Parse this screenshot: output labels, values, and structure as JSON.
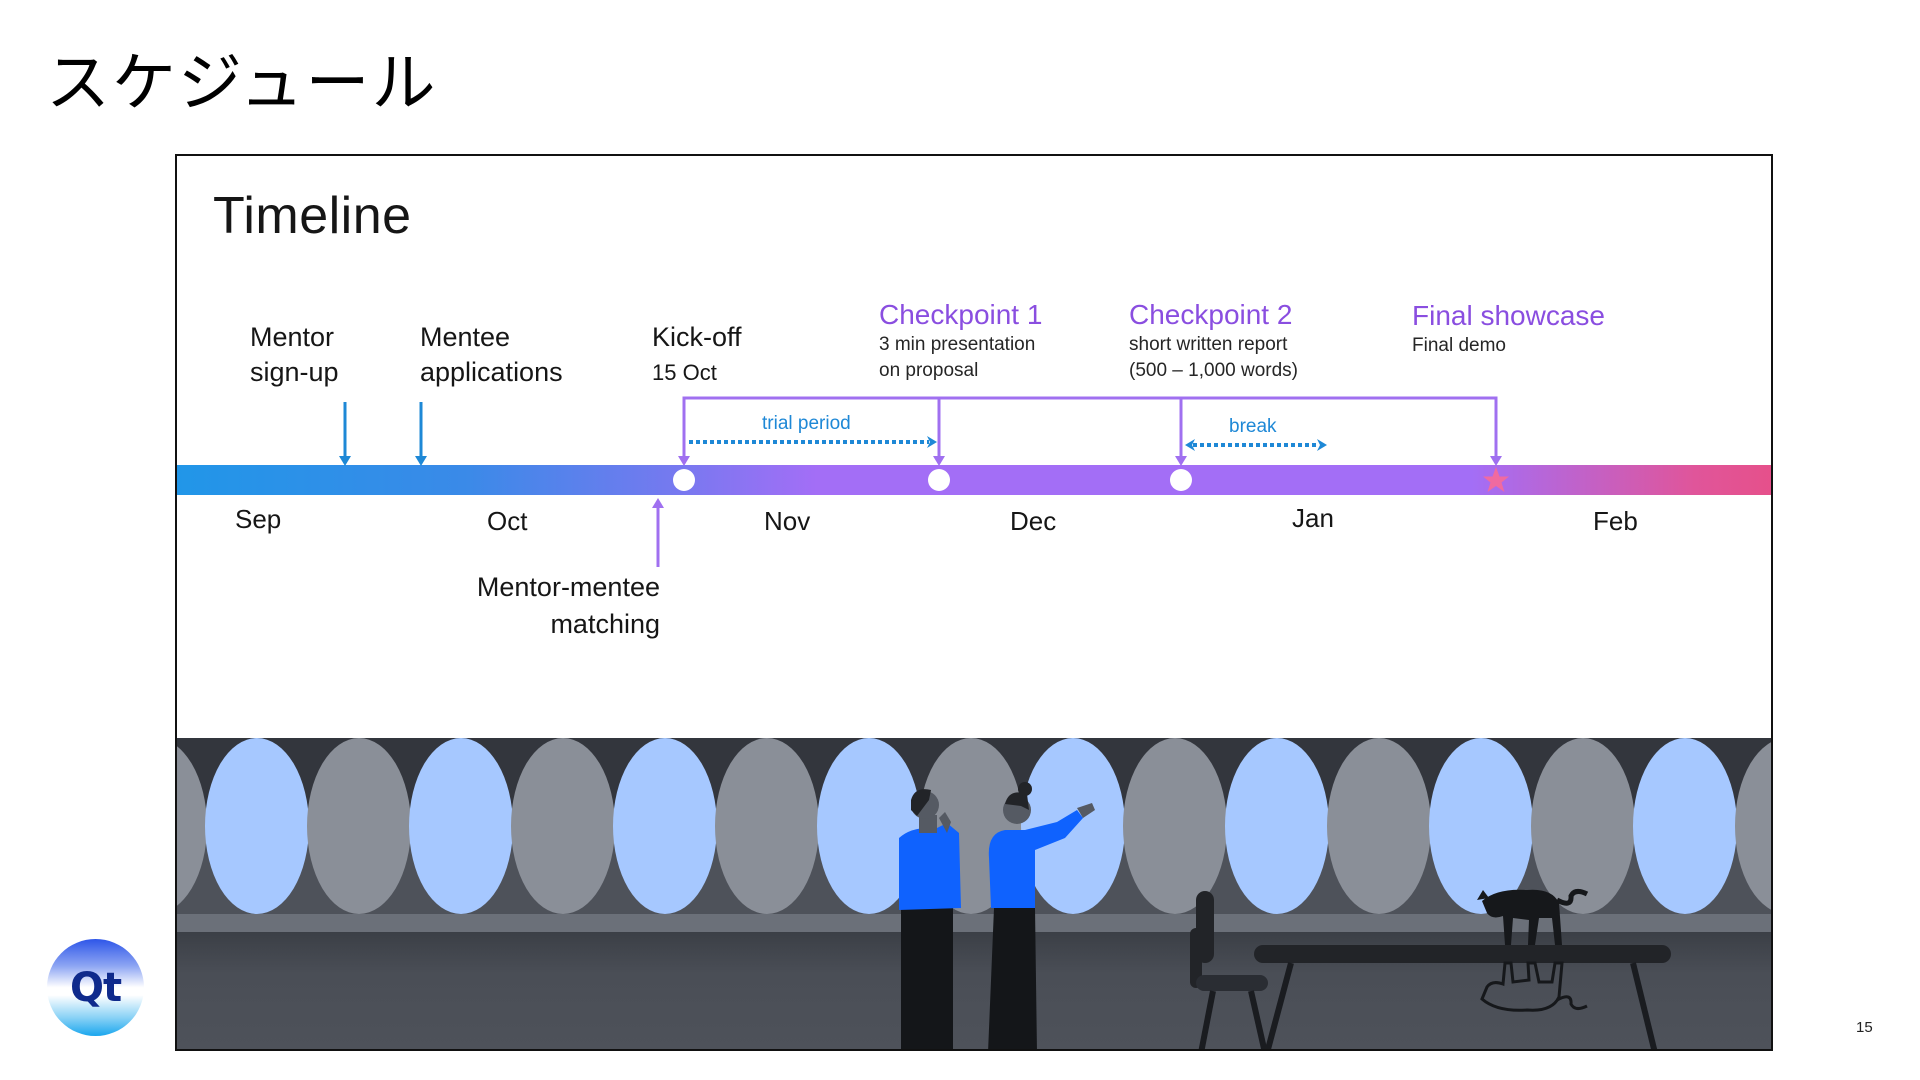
{
  "slide": {
    "title": "スケジュール",
    "page_number": "15",
    "logo_text": "Qt"
  },
  "timeline": {
    "title": "Timeline",
    "colors": {
      "start_blue": "#2196e8",
      "mid_purple": "#a36ef6",
      "end_pink": "#e6508a",
      "event_arrow_blue": "#1e88d6",
      "checkpoint_purple": "#a070f0",
      "checkpoint_text": "#8a4ee0",
      "star_pink": "#f06aa0"
    },
    "events_above": [
      {
        "label_line1": "Mentor",
        "label_line2": "sign-up"
      },
      {
        "label_line1": "Mentee",
        "label_line2": "applications"
      },
      {
        "label_line1": "Kick-off",
        "label_line2": "15 Oct"
      }
    ],
    "checkpoints": [
      {
        "title": "Checkpoint 1",
        "sub_line1": "3 min presentation",
        "sub_line2": "on proposal"
      },
      {
        "title": "Checkpoint 2",
        "sub_line1": "short written report",
        "sub_line2": "(500 – 1,000 words)"
      },
      {
        "title": "Final showcase",
        "sub_line1": "Final demo",
        "sub_line2": ""
      }
    ],
    "events_below": [
      {
        "label_line1": "Mentor-mentee",
        "label_line2": "matching"
      }
    ],
    "periods": [
      {
        "label": "trial period"
      },
      {
        "label": "break"
      }
    ],
    "months": [
      "Sep",
      "Oct",
      "Nov",
      "Dec",
      "Jan",
      "Feb"
    ]
  },
  "illustration": {
    "description": "Two people looking at a wall of light-blue and grey ovals; a chair, a table and a cat with its reflection"
  }
}
